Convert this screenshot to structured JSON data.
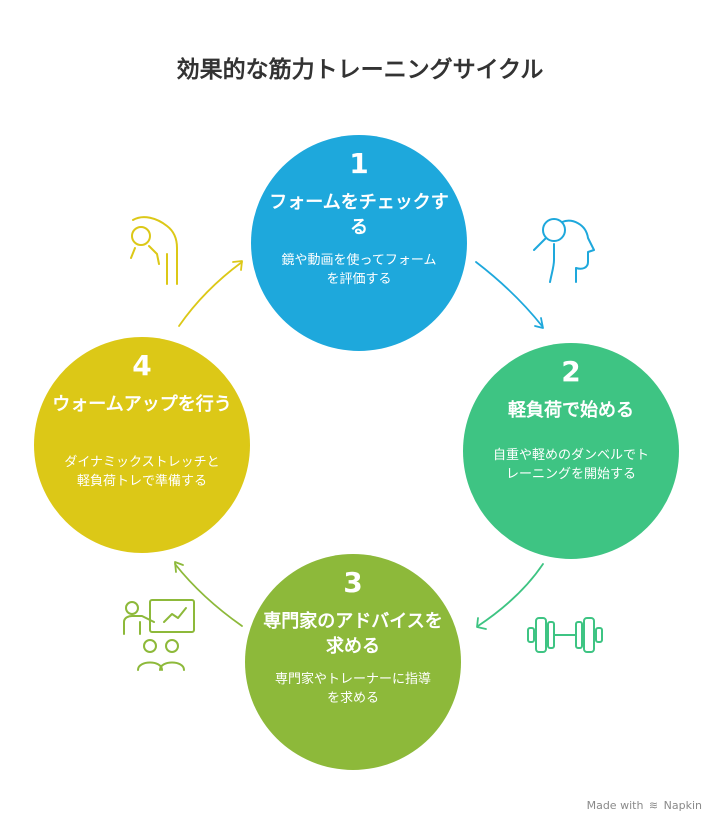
{
  "title": "効果的な筋力トレーニングサイクル",
  "steps": [
    {
      "number": "1",
      "title": "フォームをチェックする",
      "description": "鏡や動画を使ってフォームを評価する",
      "color": "#1ea8dc",
      "icon": "head-magnifier-icon"
    },
    {
      "number": "2",
      "title": "軽負荷で始める",
      "description": "自重や軽めのダンベルでトレーニングを開始する",
      "color": "#3ec483",
      "icon": "dumbbell-icon"
    },
    {
      "number": "3",
      "title": "専門家のアドバイスを求める",
      "description": "専門家やトレーナーに指導を求める",
      "color": "#8db93a",
      "icon": "presenter-audience-icon"
    },
    {
      "number": "4",
      "title": "ウォームアップを行う",
      "description": "ダイナミックストレッチと軽負荷トレで準備する",
      "color": "#dcc817",
      "icon": "stretching-person-icon"
    }
  ],
  "footer": {
    "made_with": "Made with",
    "brand": "Napkin"
  }
}
